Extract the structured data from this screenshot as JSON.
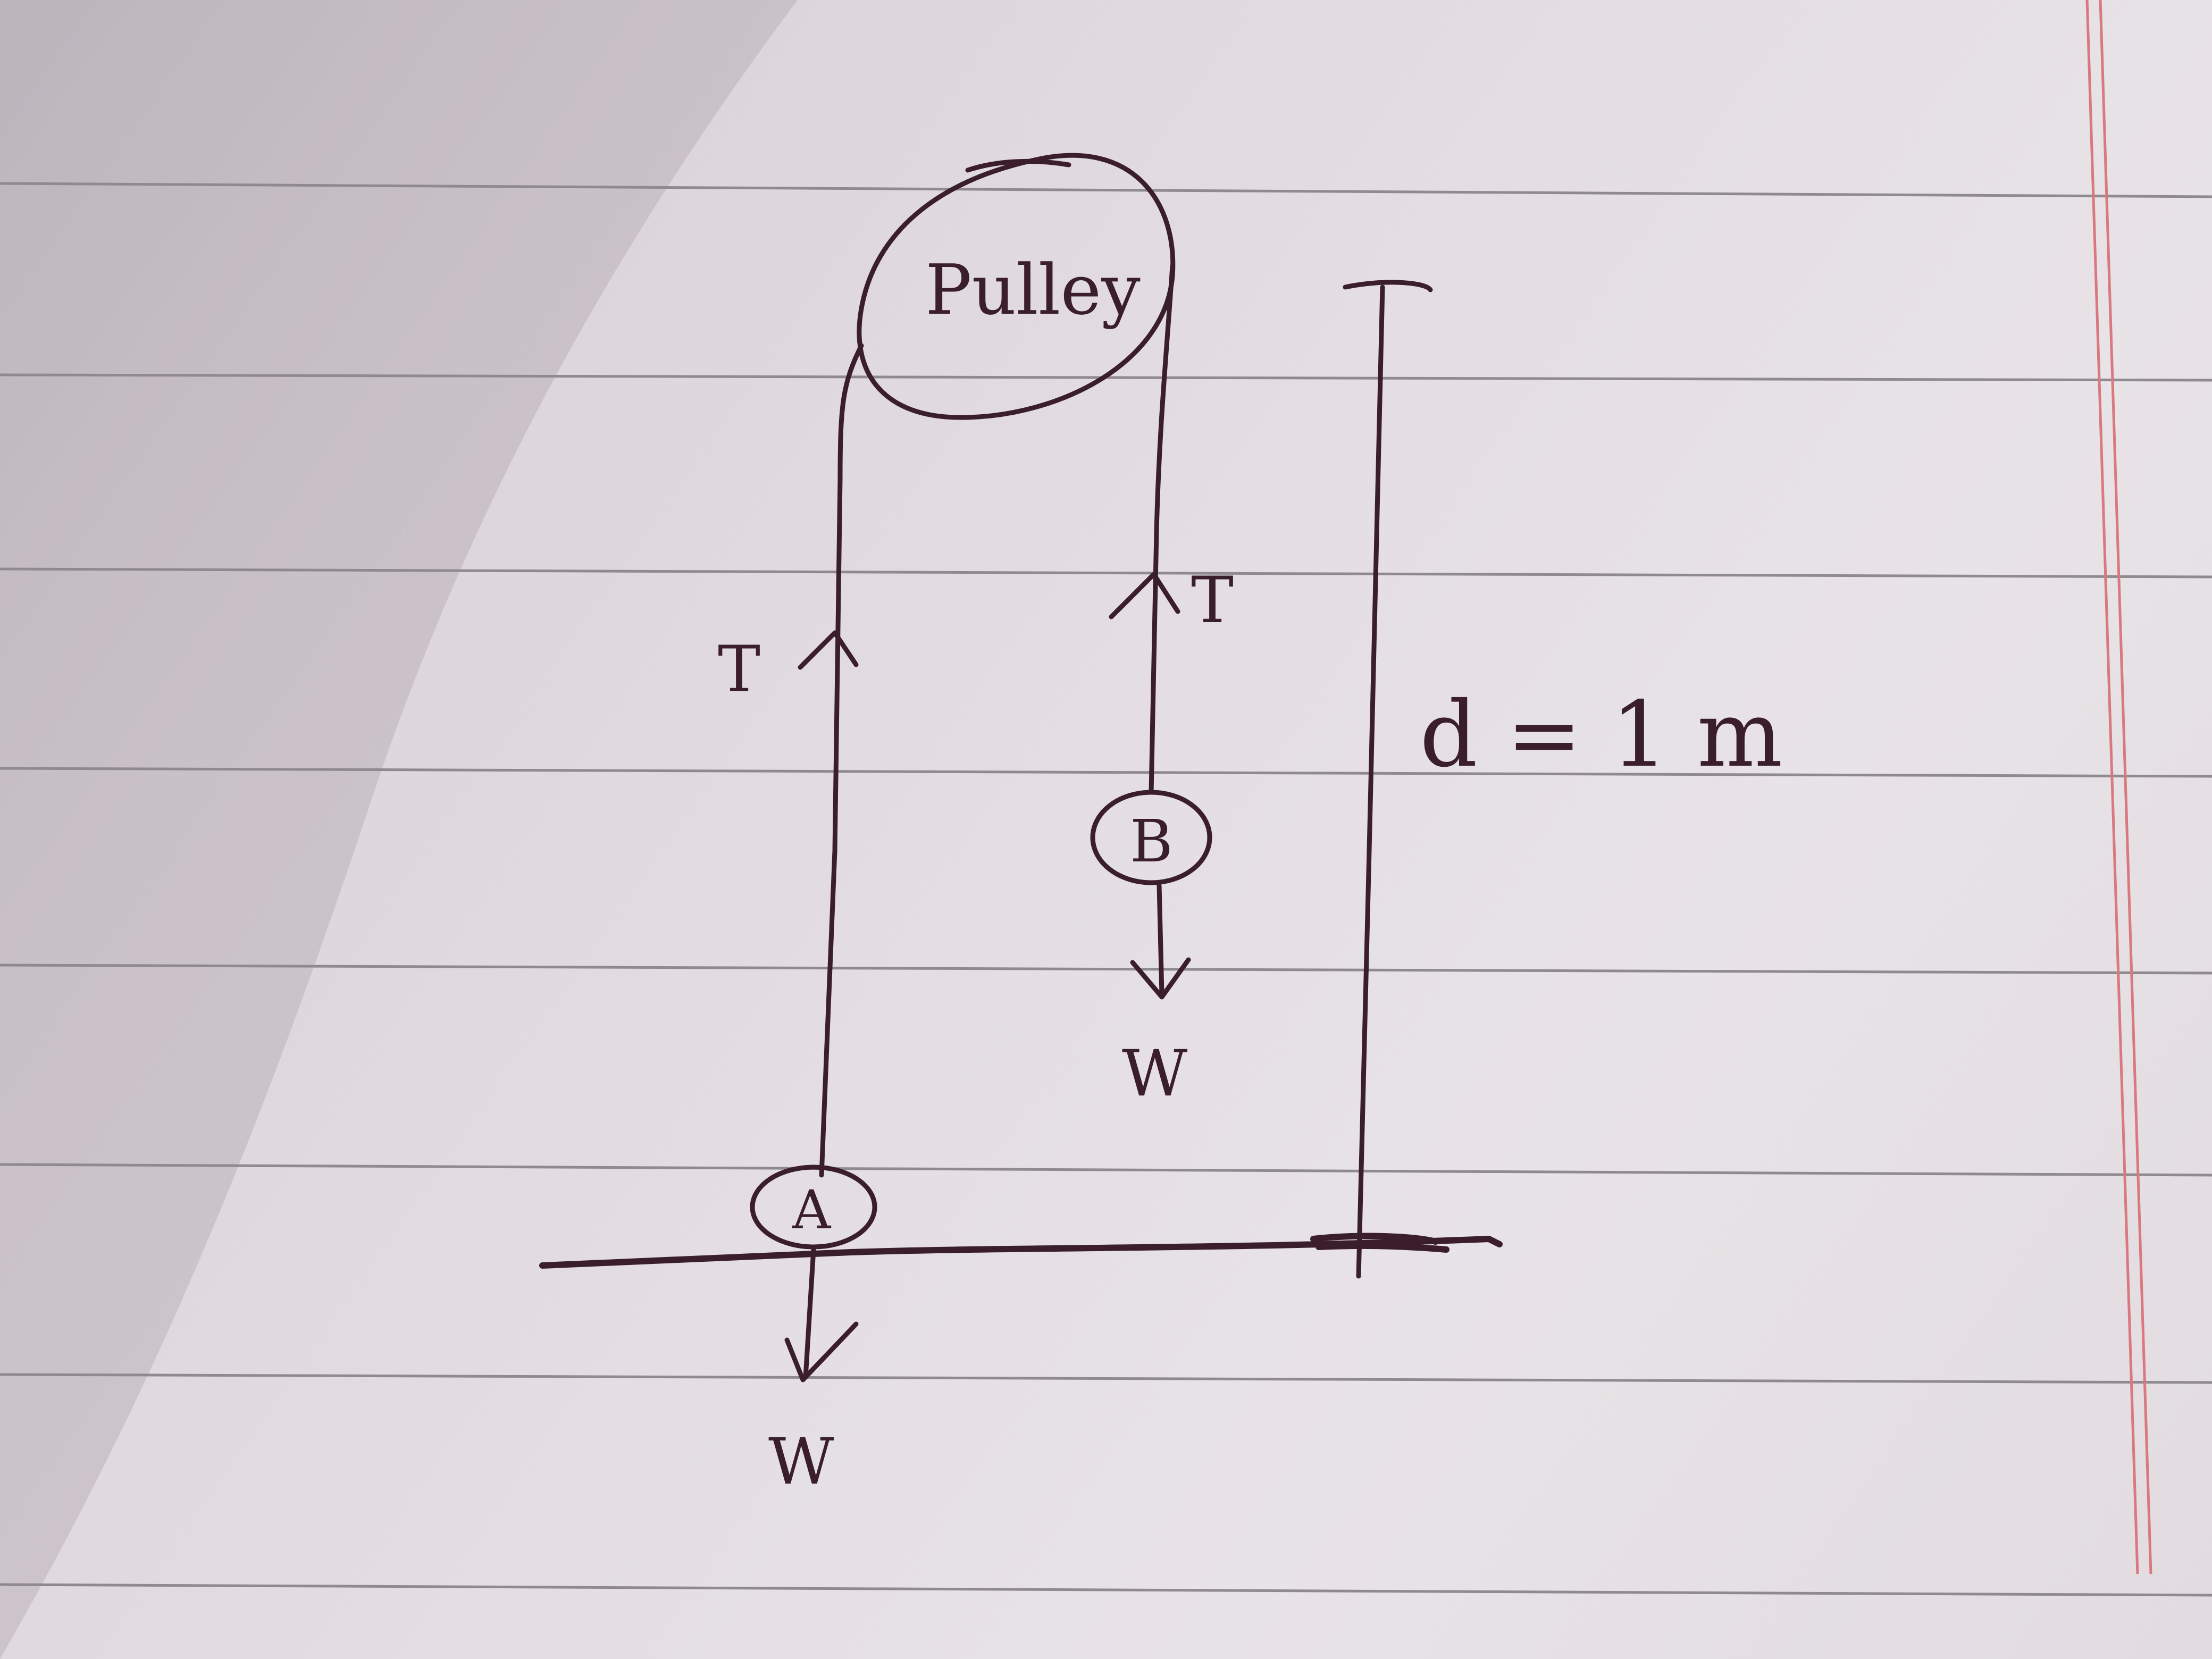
{
  "diagram": {
    "pulley_label": "Pulley",
    "mass_a_label": "A",
    "mass_b_label": "B",
    "tension_left_label": "T",
    "tension_right_label": "T",
    "weight_a_label": "W",
    "weight_b_label": "W",
    "distance_label": "d = 1 m"
  },
  "colors": {
    "ink": "#3a1e2c",
    "paper": "#e4dee2",
    "ruled_line": "#8f8a8e",
    "margin_line": "#d9787f"
  }
}
